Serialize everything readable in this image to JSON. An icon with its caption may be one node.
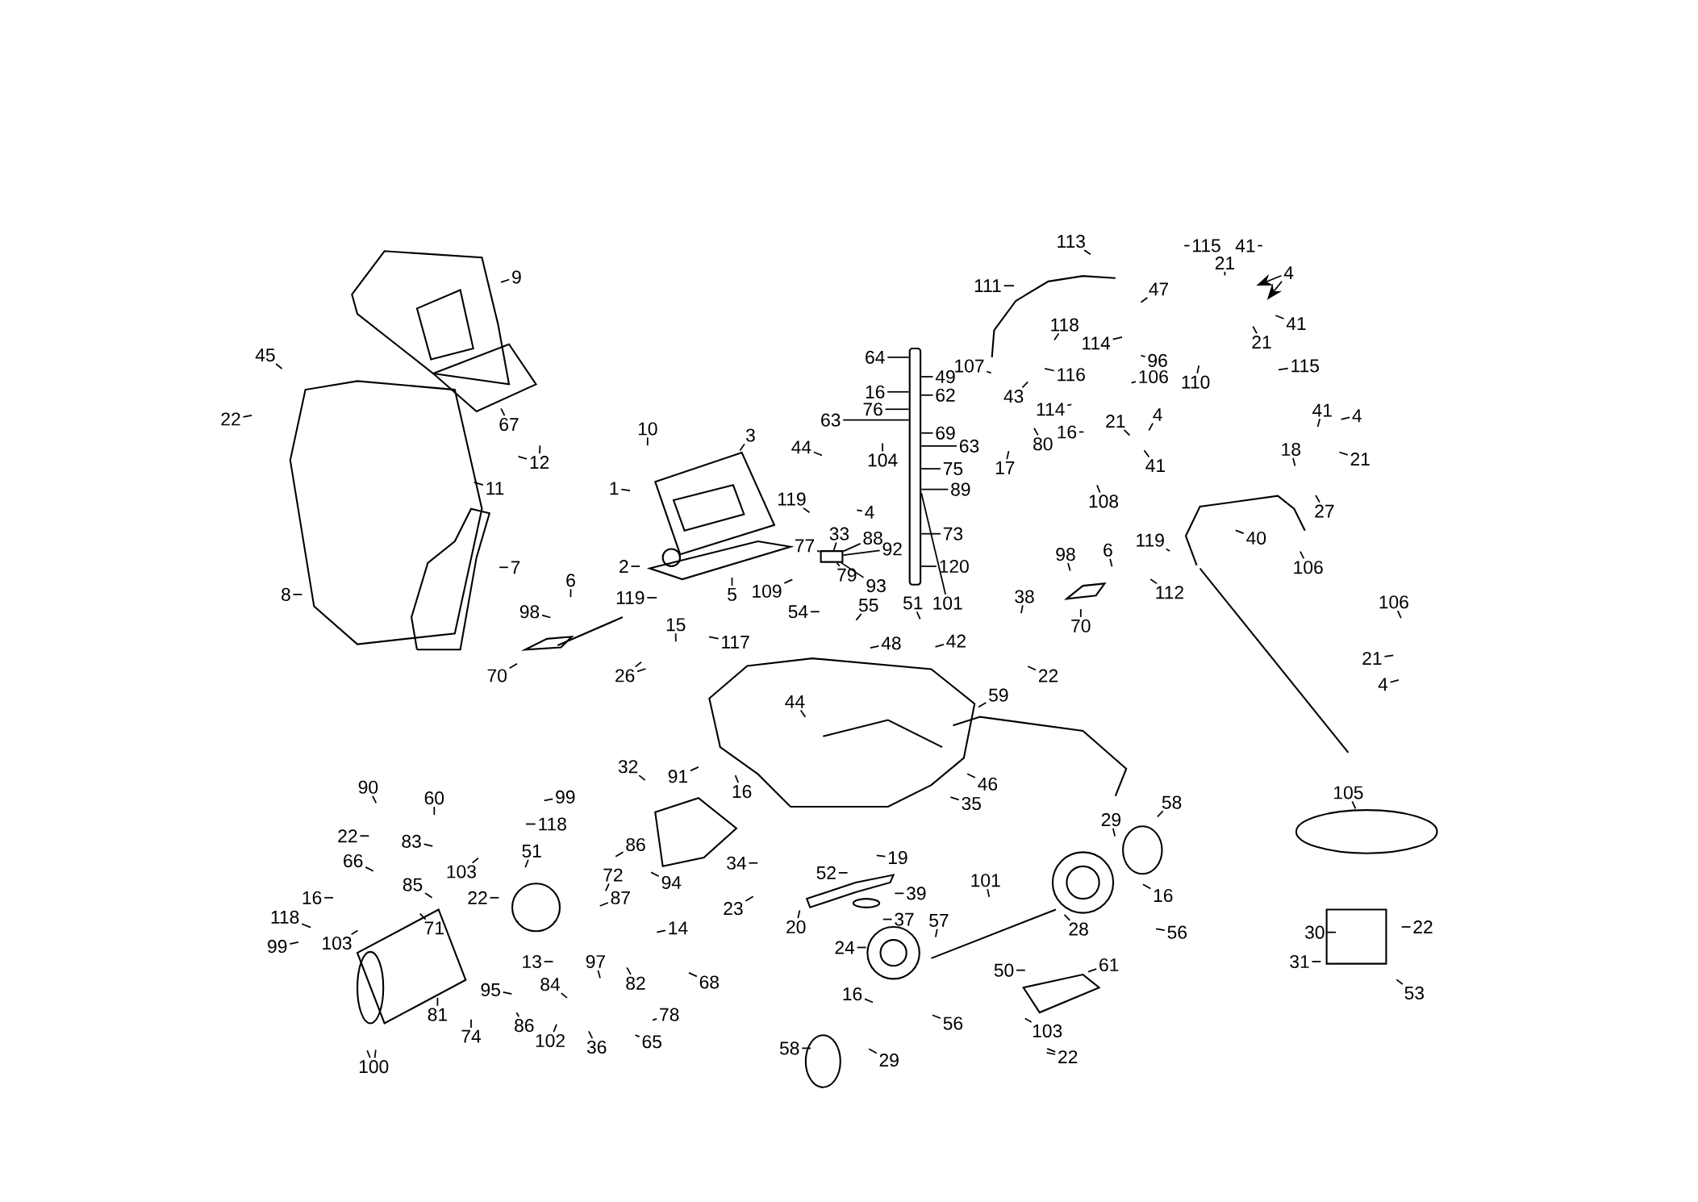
{
  "diagram": {
    "nodes": [
      {
        "text": [
          "9"
        ]
      },
      {
        "text": [
          "45"
        ]
      },
      {
        "text": [
          "22"
        ]
      },
      {
        "text": [
          "67"
        ]
      },
      {
        "text": [
          "12"
        ]
      },
      {
        "text": [
          "10"
        ]
      },
      {
        "text": [
          "3"
        ]
      },
      {
        "text": [
          "1"
        ]
      },
      {
        "text": [
          "11"
        ]
      },
      {
        "text": [
          "44"
        ]
      },
      {
        "text": [
          "64"
        ]
      },
      {
        "text": [
          "49"
        ]
      },
      {
        "text": [
          "16"
        ]
      },
      {
        "text": [
          "62"
        ]
      },
      {
        "text": [
          "76"
        ]
      },
      {
        "text": [
          "69"
        ]
      },
      {
        "text": [
          "63"
        ]
      },
      {
        "text": [
          "104"
        ]
      },
      {
        "text": [
          "63"
        ]
      },
      {
        "text": [
          "75"
        ]
      },
      {
        "text": [
          "89"
        ]
      },
      {
        "text": [
          "73"
        ]
      },
      {
        "text": [
          "120"
        ]
      },
      {
        "text": [
          "101"
        ]
      },
      {
        "text": [
          "119"
        ]
      },
      {
        "text": [
          "4"
        ]
      },
      {
        "text": [
          "77"
        ]
      },
      {
        "text": [
          "33"
        ]
      },
      {
        "text": [
          "88"
        ]
      },
      {
        "text": [
          "79"
        ]
      },
      {
        "text": [
          "92"
        ]
      },
      {
        "text": [
          "93"
        ]
      },
      {
        "text": [
          "55"
        ]
      },
      {
        "text": [
          "54"
        ]
      },
      {
        "text": [
          "109"
        ]
      },
      {
        "text": [
          "2"
        ]
      },
      {
        "text": [
          "5"
        ]
      },
      {
        "text": [
          "119"
        ]
      },
      {
        "text": [
          "6"
        ]
      },
      {
        "text": [
          "98"
        ]
      },
      {
        "text": [
          "70"
        ]
      },
      {
        "text": [
          "15"
        ]
      },
      {
        "text": [
          "117"
        ]
      },
      {
        "text": [
          "26"
        ]
      },
      {
        "text": [
          "51"
        ]
      },
      {
        "text": [
          "48"
        ]
      },
      {
        "text": [
          "42"
        ]
      },
      {
        "text": [
          "38"
        ]
      },
      {
        "text": [
          "22"
        ]
      },
      {
        "text": [
          "59"
        ]
      },
      {
        "text": [
          "44"
        ]
      },
      {
        "text": [
          "46"
        ]
      },
      {
        "text": [
          "35"
        ]
      },
      {
        "text": [
          "91"
        ]
      },
      {
        "text": [
          "16"
        ]
      },
      {
        "text": [
          "32"
        ]
      },
      {
        "text": [
          "90"
        ]
      },
      {
        "text": [
          "60"
        ]
      },
      {
        "text": [
          "99"
        ]
      },
      {
        "text": [
          "118"
        ]
      },
      {
        "text": [
          "22"
        ]
      },
      {
        "text": [
          "83"
        ]
      },
      {
        "text": [
          "66"
        ]
      },
      {
        "text": [
          "103"
        ]
      },
      {
        "text": [
          "51"
        ]
      },
      {
        "text": [
          "86"
        ]
      },
      {
        "text": [
          "85"
        ]
      },
      {
        "text": [
          "22"
        ]
      },
      {
        "text": [
          "72"
        ]
      },
      {
        "text": [
          "87"
        ]
      },
      {
        "text": [
          "16"
        ]
      },
      {
        "text": [
          "118"
        ]
      },
      {
        "text": [
          "71"
        ]
      },
      {
        "text": [
          "99"
        ]
      },
      {
        "text": [
          "103"
        ]
      },
      {
        "text": [
          "14"
        ]
      },
      {
        "text": [
          "68"
        ]
      },
      {
        "text": [
          "13"
        ]
      },
      {
        "text": [
          "84"
        ]
      },
      {
        "text": [
          "95"
        ]
      },
      {
        "text": [
          "97"
        ]
      },
      {
        "text": [
          "82"
        ]
      },
      {
        "text": [
          "78"
        ]
      },
      {
        "text": [
          "81"
        ]
      },
      {
        "text": [
          "74"
        ]
      },
      {
        "text": [
          "86"
        ]
      },
      {
        "text": [
          "102"
        ]
      },
      {
        "text": [
          "36"
        ]
      },
      {
        "text": [
          "65"
        ]
      },
      {
        "text": [
          "100"
        ]
      },
      {
        "text": [
          "34"
        ]
      },
      {
        "text": [
          "52"
        ]
      },
      {
        "text": [
          "19"
        ]
      },
      {
        "text": [
          "23"
        ]
      },
      {
        "text": [
          "39"
        ]
      },
      {
        "text": [
          "20"
        ]
      },
      {
        "text": [
          "37"
        ]
      },
      {
        "text": [
          "24"
        ]
      },
      {
        "text": [
          "94"
        ]
      },
      {
        "text": [
          "101"
        ]
      },
      {
        "text": [
          "57"
        ]
      },
      {
        "text": [
          "50"
        ]
      },
      {
        "text": [
          "61"
        ]
      },
      {
        "text": [
          "16"
        ]
      },
      {
        "text": [
          "56"
        ]
      },
      {
        "text": [
          "58"
        ]
      },
      {
        "text": [
          "29"
        ]
      },
      {
        "text": [
          "103"
        ]
      },
      {
        "text": [
          "22"
        ]
      },
      {
        "text": [
          "29"
        ]
      },
      {
        "text": [
          "58"
        ]
      },
      {
        "text": [
          "16"
        ]
      },
      {
        "text": [
          "28"
        ]
      },
      {
        "text": [
          "56"
        ]
      },
      {
        "text": [
          "105"
        ]
      },
      {
        "text": [
          "30"
        ]
      },
      {
        "text": [
          "22"
        ]
      },
      {
        "text": [
          "31"
        ]
      },
      {
        "text": [
          "53"
        ]
      },
      {
        "text": [
          "111"
        ]
      },
      {
        "text": [
          "113"
        ]
      },
      {
        "text": [
          "107"
        ]
      },
      {
        "text": [
          "118"
        ]
      },
      {
        "text": [
          "43"
        ]
      },
      {
        "text": [
          "116"
        ]
      },
      {
        "text": [
          "114"
        ]
      },
      {
        "text": [
          "114"
        ]
      },
      {
        "text": [
          "80"
        ]
      },
      {
        "text": [
          "16"
        ]
      },
      {
        "text": [
          "17"
        ]
      },
      {
        "text": [
          "47"
        ]
      },
      {
        "text": [
          "115"
        ]
      },
      {
        "text": [
          "21"
        ]
      },
      {
        "text": [
          "41"
        ]
      },
      {
        "text": [
          "4"
        ]
      },
      {
        "text": [
          "41"
        ]
      },
      {
        "text": [
          "21"
        ]
      },
      {
        "text": [
          "96"
        ]
      },
      {
        "text": [
          "106"
        ]
      },
      {
        "text": [
          "115"
        ]
      },
      {
        "text": [
          "110"
        ]
      },
      {
        "text": [
          "21"
        ]
      },
      {
        "text": [
          "4"
        ]
      },
      {
        "text": [
          "41"
        ]
      },
      {
        "text": [
          "41"
        ]
      },
      {
        "text": [
          "4"
        ]
      },
      {
        "text": [
          "21"
        ]
      },
      {
        "text": [
          "18"
        ]
      },
      {
        "text": [
          "27"
        ]
      },
      {
        "text": [
          "108"
        ]
      },
      {
        "text": [
          "40"
        ]
      },
      {
        "text": [
          "106"
        ]
      },
      {
        "text": [
          "98"
        ]
      },
      {
        "text": [
          "6"
        ]
      },
      {
        "text": [
          "119"
        ]
      },
      {
        "text": [
          "70"
        ]
      },
      {
        "text": [
          "112"
        ]
      },
      {
        "text": [
          "106"
        ]
      },
      {
        "text": [
          "21"
        ]
      },
      {
        "text": [
          "4"
        ]
      },
      {
        "text": [
          "7"
        ]
      },
      {
        "text": [
          "8"
        ]
      },
      {
        "text": [],
        "shape": "cylinder"
      },
      {
        "text": [],
        "shape": "box"
      }
    ],
    "edges": [
      {
        "from": 0,
        "to": null,
        "arrow": "none"
      },
      {
        "from": 1,
        "to": null,
        "arrow": "none"
      },
      {
        "from": 2,
        "to": null,
        "arrow": "none"
      },
      {
        "from": 3,
        "to": null,
        "arrow": "none"
      },
      {
        "from": 4,
        "to": null,
        "arrow": "none"
      },
      {
        "from": 4,
        "to": null,
        "arrow": "none"
      },
      {
        "from": 5,
        "to": null,
        "arrow": "none"
      },
      {
        "from": 6,
        "to": null,
        "arrow": "none"
      },
      {
        "from": 7,
        "to": null,
        "arrow": "none"
      },
      {
        "from": 8,
        "to": null,
        "arrow": "none"
      },
      {
        "from": 9,
        "to": null,
        "arrow": "none"
      },
      {
        "from": 10,
        "to": 162,
        "arrow": "none"
      },
      {
        "from": 11,
        "to": 162,
        "arrow": "none"
      },
      {
        "from": 12,
        "to": 162,
        "arrow": "none"
      },
      {
        "from": 13,
        "to": 162,
        "arrow": "none"
      },
      {
        "from": 14,
        "to": 162,
        "arrow": "none"
      },
      {
        "from": 15,
        "to": 162,
        "arrow": "none"
      },
      {
        "from": 16,
        "to": 162,
        "arrow": "none"
      },
      {
        "from": 17,
        "to": null,
        "arrow": "none"
      },
      {
        "from": 18,
        "to": 162,
        "arrow": "none"
      },
      {
        "from": 19,
        "to": 162,
        "arrow": "none"
      },
      {
        "from": 20,
        "to": 162,
        "arrow": "none"
      },
      {
        "from": 21,
        "to": 162,
        "arrow": "none"
      },
      {
        "from": 22,
        "to": 162,
        "arrow": "none"
      },
      {
        "from": 23,
        "to": 162,
        "arrow": "none"
      },
      {
        "from": 24,
        "to": null,
        "arrow": "none"
      },
      {
        "from": 25,
        "to": null,
        "arrow": "none"
      },
      {
        "from": 26,
        "to": 163,
        "arrow": "none"
      },
      {
        "from": 27,
        "to": 163,
        "arrow": "none"
      },
      {
        "from": 28,
        "to": 163,
        "arrow": "none"
      },
      {
        "from": 29,
        "to": 163,
        "arrow": "none"
      },
      {
        "from": 30,
        "to": 163,
        "arrow": "none"
      },
      {
        "from": 31,
        "to": 163,
        "arrow": "none"
      },
      {
        "from": 32,
        "to": null,
        "arrow": "none"
      },
      {
        "from": 33,
        "to": null,
        "arrow": "none"
      },
      {
        "from": 34,
        "to": null,
        "arrow": "none"
      },
      {
        "from": 35,
        "to": null,
        "arrow": "none"
      },
      {
        "from": 36,
        "to": null,
        "arrow": "none"
      },
      {
        "from": 37,
        "to": null,
        "arrow": "none"
      },
      {
        "from": 38,
        "to": null,
        "arrow": "none"
      },
      {
        "from": 39,
        "to": null,
        "arrow": "none"
      },
      {
        "from": 40,
        "to": null,
        "arrow": "none"
      },
      {
        "from": 41,
        "to": null,
        "arrow": "none"
      },
      {
        "from": 42,
        "to": null,
        "arrow": "none"
      },
      {
        "from": 43,
        "to": null,
        "arrow": "none"
      },
      {
        "from": 43,
        "to": null,
        "arrow": "none"
      },
      {
        "from": 44,
        "to": null,
        "arrow": "none"
      },
      {
        "from": 45,
        "to": null,
        "arrow": "none"
      },
      {
        "from": 46,
        "to": null,
        "arrow": "none"
      },
      {
        "from": 47,
        "to": null,
        "arrow": "none"
      },
      {
        "from": 48,
        "to": null,
        "arrow": "none"
      },
      {
        "from": 49,
        "to": null,
        "arrow": "none"
      },
      {
        "from": 50,
        "to": null,
        "arrow": "none"
      },
      {
        "from": 51,
        "to": null,
        "arrow": "none"
      },
      {
        "from": 52,
        "to": null,
        "arrow": "none"
      },
      {
        "from": 53,
        "to": null,
        "arrow": "none"
      },
      {
        "from": 54,
        "to": null,
        "arrow": "none"
      },
      {
        "from": 55,
        "to": null,
        "arrow": "none"
      },
      {
        "from": 56,
        "to": null,
        "arrow": "none"
      },
      {
        "from": 57,
        "to": null,
        "arrow": "none"
      },
      {
        "from": 58,
        "to": null,
        "arrow": "none"
      },
      {
        "from": 59,
        "to": null,
        "arrow": "none"
      },
      {
        "from": 60,
        "to": null,
        "arrow": "none"
      },
      {
        "from": 61,
        "to": null,
        "arrow": "none"
      },
      {
        "from": 62,
        "to": null,
        "arrow": "none"
      },
      {
        "from": 63,
        "to": null,
        "arrow": "none"
      },
      {
        "from": 64,
        "to": null,
        "arrow": "none"
      },
      {
        "from": 65,
        "to": null,
        "arrow": "none"
      },
      {
        "from": 66,
        "to": null,
        "arrow": "none"
      },
      {
        "from": 67,
        "to": null,
        "arrow": "none"
      },
      {
        "from": 68,
        "to": null,
        "arrow": "none"
      },
      {
        "from": 69,
        "to": null,
        "arrow": "none"
      },
      {
        "from": 70,
        "to": null,
        "arrow": "none"
      },
      {
        "from": 71,
        "to": null,
        "arrow": "none"
      },
      {
        "from": 72,
        "to": null,
        "arrow": "none"
      },
      {
        "from": 73,
        "to": null,
        "arrow": "none"
      },
      {
        "from": 74,
        "to": null,
        "arrow": "none"
      },
      {
        "from": 75,
        "to": null,
        "arrow": "none"
      },
      {
        "from": 76,
        "to": null,
        "arrow": "none"
      },
      {
        "from": 77,
        "to": null,
        "arrow": "none"
      },
      {
        "from": 78,
        "to": null,
        "arrow": "none"
      },
      {
        "from": 79,
        "to": null,
        "arrow": "none"
      },
      {
        "from": 80,
        "to": null,
        "arrow": "none"
      },
      {
        "from": 81,
        "to": null,
        "arrow": "none"
      },
      {
        "from": 82,
        "to": null,
        "arrow": "none"
      },
      {
        "from": 83,
        "to": null,
        "arrow": "none"
      },
      {
        "from": 84,
        "to": null,
        "arrow": "none"
      },
      {
        "from": 85,
        "to": null,
        "arrow": "none"
      },
      {
        "from": 86,
        "to": null,
        "arrow": "none"
      },
      {
        "from": 87,
        "to": null,
        "arrow": "none"
      },
      {
        "from": 88,
        "to": null,
        "arrow": "none"
      },
      {
        "from": 89,
        "to": null,
        "arrow": "none"
      },
      {
        "from": 89,
        "to": null,
        "arrow": "none"
      },
      {
        "from": 90,
        "to": null,
        "arrow": "none"
      },
      {
        "from": 91,
        "to": null,
        "arrow": "none"
      },
      {
        "from": 92,
        "to": null,
        "arrow": "none"
      },
      {
        "from": 93,
        "to": null,
        "arrow": "none"
      },
      {
        "from": 94,
        "to": null,
        "arrow": "none"
      },
      {
        "from": 95,
        "to": null,
        "arrow": "none"
      },
      {
        "from": 96,
        "to": null,
        "arrow": "none"
      },
      {
        "from": 97,
        "to": null,
        "arrow": "none"
      },
      {
        "from": 98,
        "to": null,
        "arrow": "none"
      },
      {
        "from": 99,
        "to": null,
        "arrow": "none"
      },
      {
        "from": 100,
        "to": null,
        "arrow": "none"
      },
      {
        "from": 101,
        "to": null,
        "arrow": "none"
      },
      {
        "from": 102,
        "to": null,
        "arrow": "none"
      },
      {
        "from": 103,
        "to": null,
        "arrow": "none"
      },
      {
        "from": 104,
        "to": null,
        "arrow": "none"
      },
      {
        "from": 105,
        "to": null,
        "arrow": "none"
      },
      {
        "from": 106,
        "to": null,
        "arrow": "none"
      },
      {
        "from": 107,
        "to": null,
        "arrow": "none"
      },
      {
        "from": 108,
        "to": null,
        "arrow": "none"
      },
      {
        "from": 108,
        "to": null,
        "arrow": "none"
      },
      {
        "from": 109,
        "to": null,
        "arrow": "none"
      },
      {
        "from": 110,
        "to": null,
        "arrow": "none"
      },
      {
        "from": 111,
        "to": null,
        "arrow": "none"
      },
      {
        "from": 112,
        "to": null,
        "arrow": "none"
      },
      {
        "from": 113,
        "to": null,
        "arrow": "none"
      },
      {
        "from": 114,
        "to": null,
        "arrow": "none"
      },
      {
        "from": 115,
        "to": null,
        "arrow": "none"
      },
      {
        "from": 116,
        "to": null,
        "arrow": "none"
      },
      {
        "from": 117,
        "to": null,
        "arrow": "none"
      },
      {
        "from": 118,
        "to": null,
        "arrow": "none"
      },
      {
        "from": 119,
        "to": null,
        "arrow": "none"
      },
      {
        "from": 120,
        "to": null,
        "arrow": "none"
      },
      {
        "from": 121,
        "to": null,
        "arrow": "none"
      },
      {
        "from": 122,
        "to": null,
        "arrow": "none"
      },
      {
        "from": 123,
        "to": null,
        "arrow": "none"
      },
      {
        "from": 124,
        "to": null,
        "arrow": "none"
      },
      {
        "from": 125,
        "to": null,
        "arrow": "none"
      },
      {
        "from": 126,
        "to": null,
        "arrow": "none"
      },
      {
        "from": 127,
        "to": null,
        "arrow": "none"
      },
      {
        "from": 128,
        "to": null,
        "arrow": "none"
      },
      {
        "from": 129,
        "to": null,
        "arrow": "none"
      },
      {
        "from": 130,
        "to": null,
        "arrow": "none"
      },
      {
        "from": 131,
        "to": null,
        "arrow": "none"
      },
      {
        "from": 132,
        "to": null,
        "arrow": "none"
      },
      {
        "from": 133,
        "to": null,
        "arrow": "none"
      },
      {
        "from": 134,
        "to": null,
        "arrow": "to"
      },
      {
        "from": 134,
        "to": null,
        "arrow": "to"
      },
      {
        "from": 135,
        "to": null,
        "arrow": "none"
      },
      {
        "from": 136,
        "to": null,
        "arrow": "none"
      },
      {
        "from": 137,
        "to": null,
        "arrow": "none"
      },
      {
        "from": 138,
        "to": null,
        "arrow": "none"
      },
      {
        "from": 139,
        "to": null,
        "arrow": "none"
      },
      {
        "from": 140,
        "to": null,
        "arrow": "none"
      },
      {
        "from": 141,
        "to": null,
        "arrow": "none"
      },
      {
        "from": 142,
        "to": null,
        "arrow": "none"
      },
      {
        "from": 143,
        "to": null,
        "arrow": "none"
      },
      {
        "from": 144,
        "to": null,
        "arrow": "none"
      },
      {
        "from": 145,
        "to": null,
        "arrow": "none"
      },
      {
        "from": 146,
        "to": null,
        "arrow": "none"
      },
      {
        "from": 147,
        "to": null,
        "arrow": "none"
      },
      {
        "from": 148,
        "to": null,
        "arrow": "none"
      },
      {
        "from": 149,
        "to": null,
        "arrow": "none"
      },
      {
        "from": 150,
        "to": null,
        "arrow": "none"
      },
      {
        "from": 151,
        "to": null,
        "arrow": "none"
      },
      {
        "from": 152,
        "to": null,
        "arrow": "none"
      },
      {
        "from": 153,
        "to": null,
        "arrow": "none"
      },
      {
        "from": 154,
        "to": null,
        "arrow": "none"
      },
      {
        "from": 155,
        "to": null,
        "arrow": "none"
      },
      {
        "from": 156,
        "to": null,
        "arrow": "none"
      },
      {
        "from": 157,
        "to": null,
        "arrow": "none"
      },
      {
        "from": 158,
        "to": null,
        "arrow": "none"
      },
      {
        "from": 159,
        "to": null,
        "arrow": "none"
      },
      {
        "from": 160,
        "to": null,
        "arrow": "none"
      },
      {
        "from": 161,
        "to": null,
        "arrow": "none"
      }
    ]
  }
}
